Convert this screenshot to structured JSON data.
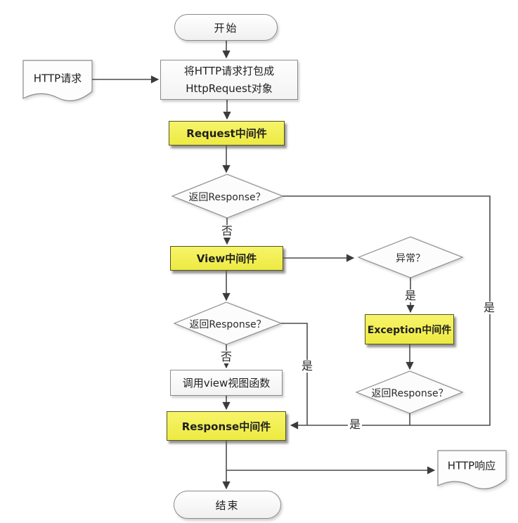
{
  "flowchart": {
    "nodes": {
      "start": "开始",
      "http_request": "HTTP请求",
      "package_request_line1": "将HTTP请求打包成",
      "package_request_line2": "HttpRequest对象",
      "request_middleware": "Request中间件",
      "decision_response_1": "返回Response？",
      "view_middleware": "View中间件",
      "decision_exception": "异常？",
      "exception_middleware": "Exception中间件",
      "decision_response_2": "返回Response？",
      "call_view_function": "调用view视图函数",
      "decision_response_3": "返回Response？",
      "response_middleware": "Response中间件",
      "http_response": "HTTP响应",
      "end": "结束"
    },
    "edge_labels": {
      "decision1_no": "否",
      "decision1_yes": "是",
      "exception_yes": "是",
      "decision2_no": "否",
      "decision2_yes": "是",
      "decision3_yes": "是"
    },
    "colors": {
      "highlight_fill_top": "#f7f46a",
      "highlight_fill_bottom": "#edea42",
      "highlight_border": "#55551e",
      "shape_fill": "#fdfdfd",
      "shape_border": "#8b8b8b",
      "connector": "#4c4c4c",
      "text": "#1f1f1f"
    }
  }
}
